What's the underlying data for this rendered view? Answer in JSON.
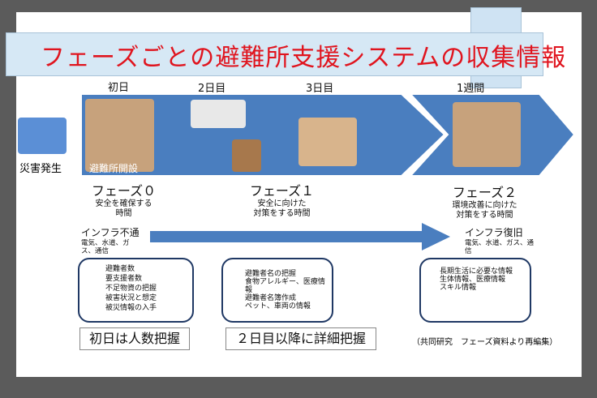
{
  "title": "フェーズごとの避難所支援システムの収集情報",
  "timeline": [
    "初日",
    "2日目",
    "3日目",
    "1週間"
  ],
  "disaster_label": "災害発生",
  "shelter_open_label": "避難所開設",
  "phases": [
    {
      "name": "フェーズ０",
      "desc": [
        "安全を確保する",
        "時間"
      ]
    },
    {
      "name": "フェーズ１",
      "desc": [
        "安全に向けた",
        "対策をする時間"
      ]
    },
    {
      "name": "フェーズ２",
      "desc": [
        "環境改善に向けた",
        "対策をする時間"
      ]
    }
  ],
  "infra_start": {
    "title": "インフラ不通",
    "detail": [
      "電気、水道、ガ",
      "ス、通信"
    ]
  },
  "infra_end": {
    "title": "インフラ復旧",
    "detail": [
      "電気、水道、ガス、通",
      "信"
    ]
  },
  "boxes": [
    [
      "避難者数",
      "要支援者数",
      "不足物資の把握",
      "被害状況と想定",
      "被災情報の入手"
    ],
    [
      "避難者名の把握",
      "食物アレルギー、医療情報",
      "避難者名簿作成",
      "ペット、車両の情報"
    ],
    [
      "長期生活に必要な情報",
      "生体情報、医療情報",
      "スキル情報"
    ]
  ],
  "tags": [
    "初日は人数把握",
    "２日目以降に詳細把握"
  ],
  "source": "（共同研究　フェーズ資料より再編集）",
  "colors": {
    "band": "#4a7ebf",
    "title": "#e0141e",
    "box_border": "#1f3864"
  }
}
